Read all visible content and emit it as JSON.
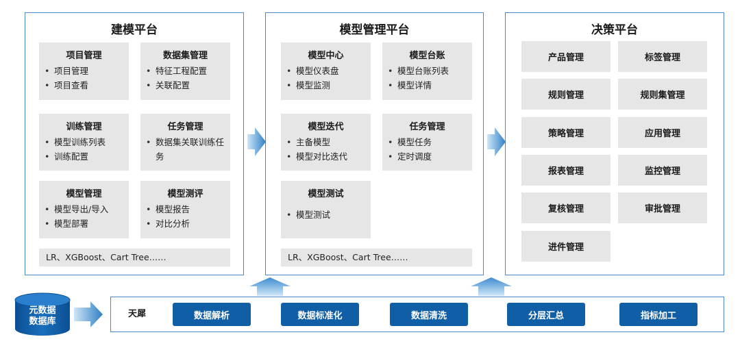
{
  "modeling": {
    "title": "建模平台",
    "cards": [
      {
        "title": "项目管理",
        "items": [
          "项目管理",
          "项目查看"
        ]
      },
      {
        "title": "数据集管理",
        "items": [
          "特征工程配置",
          "关联配置"
        ]
      },
      {
        "title": "训练管理",
        "items": [
          "模型训练列表",
          "训练配置"
        ]
      },
      {
        "title": "任务管理",
        "items": [
          "数据集关联训练任务"
        ]
      },
      {
        "title": "模型管理",
        "items": [
          "模型导出/导入",
          "模型部署"
        ]
      },
      {
        "title": "模型测评",
        "items": [
          "模型报告",
          "对比分析"
        ]
      }
    ],
    "note": "LR、XGBoost、Cart Tree……"
  },
  "model_mgmt": {
    "title": "模型管理平台",
    "cards": [
      {
        "title": "模型中心",
        "items": [
          "模型仪表盘",
          "模型监测"
        ]
      },
      {
        "title": "模型台账",
        "items": [
          "模型台账列表",
          "模型详情"
        ]
      },
      {
        "title": "模型迭代",
        "items": [
          "主备模型",
          "模型对比迭代"
        ]
      },
      {
        "title": "任务管理",
        "items": [
          "模型任务",
          "定时调度"
        ]
      },
      {
        "title": "模型测试",
        "items": [
          "模型测试"
        ]
      }
    ],
    "note": "LR、XGBoost、Cart Tree……"
  },
  "decision": {
    "title": "决策平台",
    "buttons": [
      "产品管理",
      "标签管理",
      "规则管理",
      "规则集管理",
      "策略管理",
      "应用管理",
      "报表管理",
      "监控管理",
      "复核管理",
      "审批管理",
      "进件管理"
    ]
  },
  "pipeline": {
    "label": "天犀",
    "steps": [
      "数据解析",
      "数据标准化",
      "数据清洗",
      "分层汇总",
      "指标加工"
    ]
  },
  "database": {
    "line1": "元数据",
    "line2": "数据库"
  },
  "colors": {
    "panel_border": "#4a86c8",
    "card_bg": "#e6e6e6",
    "step_bg": "#0f5ea6",
    "arrow_light": "#9ccbed",
    "arrow_dark": "#2e7fc6"
  }
}
